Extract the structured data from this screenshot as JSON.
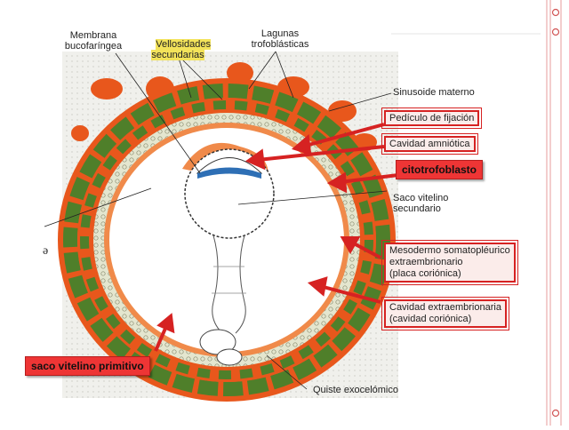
{
  "labels": {
    "membrana": "Membrana\nbucofaríngea",
    "vellosidades": "Vellosidades\nsecundarias",
    "lagunas": "Lagunas\ntrofoblásticas",
    "sinusoide": "Sinusoide materno",
    "pediculo": "Pedículo de fijación",
    "amniotica": "Cavidad amniótica",
    "citotrofoblasto": "citotrofoblasto",
    "saco_secundario": "Saco vitelino\nsecundario",
    "mesodermo": "Mesodermo somatopléurico\nextraembrionario\n(placa coriónica)",
    "extraembrionaria": "Cavidad extraembrionaria\n(cavidad coriónica)",
    "primitivo": "saco vitelino primitivo",
    "quiste": "Quiste exocelómico"
  },
  "colors": {
    "accent": "#ee3535",
    "box_border": "#d62222",
    "highlight": "#f3e35a",
    "trophoblast": "#e8571c",
    "mesoderm": "#4f7f2a",
    "cytotrophoblast": "#d9dcc0"
  }
}
